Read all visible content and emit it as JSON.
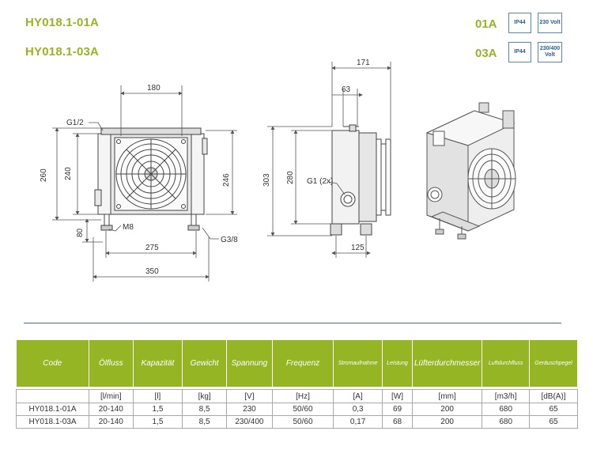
{
  "header": {
    "title_1": "HY018.1-01A",
    "title_2": "HY018.1-03A",
    "variant_1": {
      "code": "01A",
      "ip": "IP44",
      "voltage": "230 Volt"
    },
    "variant_2": {
      "code": "03A",
      "ip": "IP44",
      "voltage": "230/400 Volt"
    }
  },
  "drawing": {
    "dims": {
      "d180": "180",
      "g12": "G1/2",
      "d260": "260",
      "d240": "240",
      "d246": "246",
      "d80": "80",
      "m8": "M8",
      "g38": "G3/8",
      "d275": "275",
      "d350": "350",
      "d171": "171",
      "d63": "63",
      "d303": "303",
      "d280": "280",
      "g1x2": "G1 (2x)",
      "d125": "125"
    }
  },
  "table": {
    "headers": [
      "Code",
      "Ölfluss",
      "Kapazität",
      "Gewicht",
      "Spannung",
      "Frequenz",
      "Stromaufnahme",
      "Leistung",
      "Lüfterdurchmesser",
      "Luftdurchfluss",
      "Geräuschpegel"
    ],
    "units": [
      "",
      "[l/min]",
      "[l]",
      "[kg]",
      "[V]",
      "[Hz]",
      "[A]",
      "[W]",
      "[mm]",
      "[m3/h]",
      "[dB(A)]"
    ],
    "rows": [
      [
        "HY018.1-01A",
        "20-140",
        "1,5",
        "8,5",
        "230",
        "50/60",
        "0,3",
        "69",
        "200",
        "680",
        "65"
      ],
      [
        "HY018.1-03A",
        "20-140",
        "1,5",
        "8,5",
        "230/400",
        "50/60",
        "0,17",
        "68",
        "200",
        "680",
        "65"
      ]
    ]
  },
  "colors": {
    "accent_green": "#95b524",
    "accent_blue": "#2c5d94"
  }
}
